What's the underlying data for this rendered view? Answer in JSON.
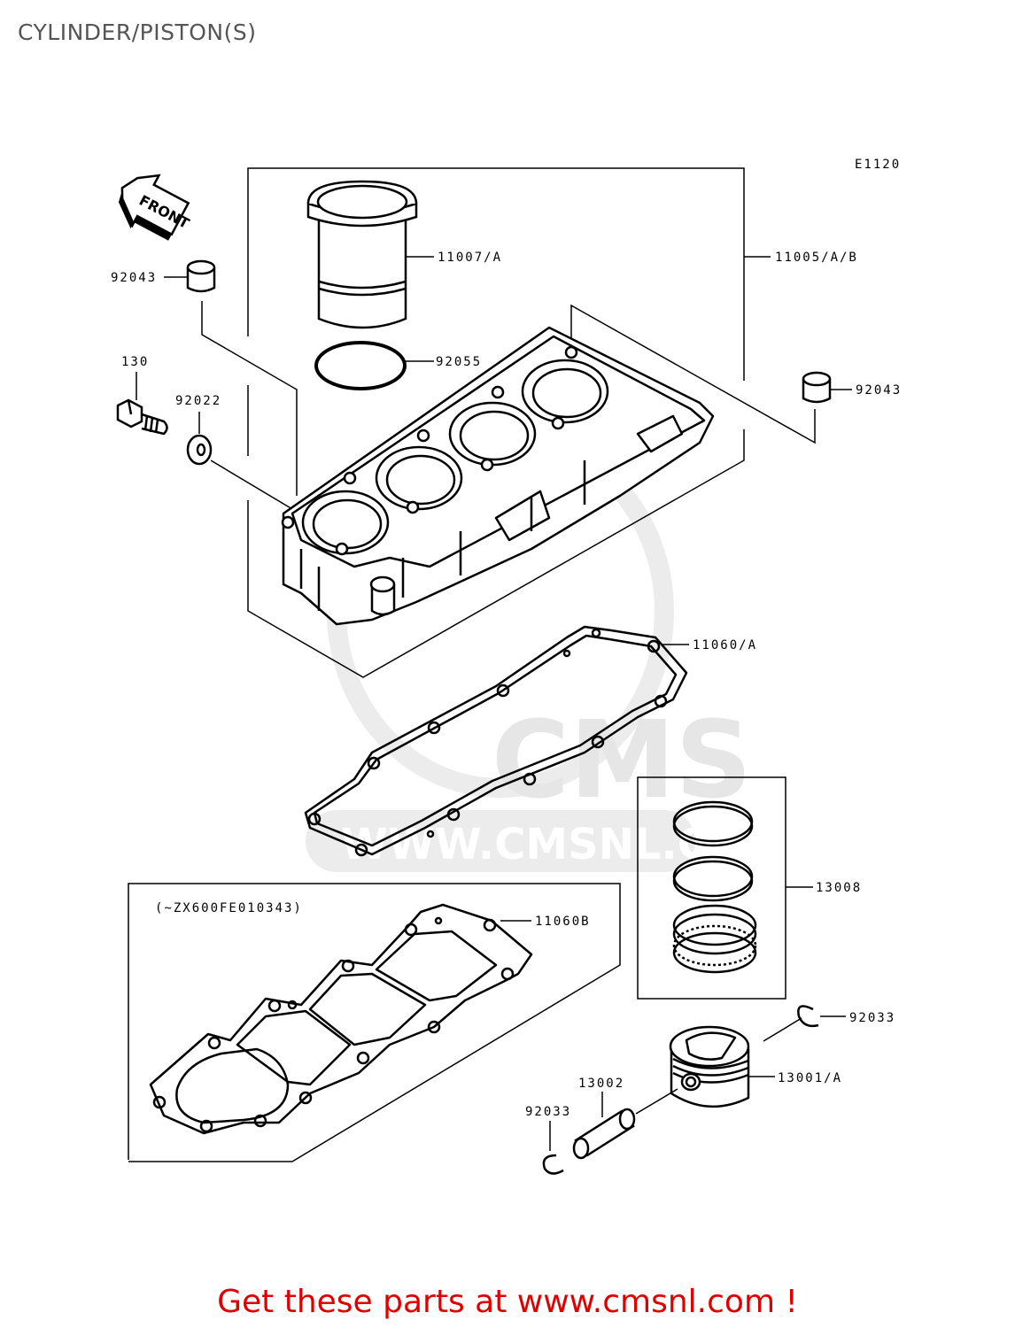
{
  "header": {
    "title": "CYLINDER/PISTON(S)"
  },
  "diagram": {
    "code": "E1120",
    "front_arrow": "FRONT",
    "variant_note": "(~ZX600FE010343)",
    "parts": {
      "p11007": "11007/A",
      "p11005": "11005/A/B",
      "p92043_left": "92043",
      "p92043_right": "92043",
      "p92055": "92055",
      "p130": "130",
      "p92022": "92022",
      "p11060A": "11060/A",
      "p11060B": "11060B",
      "p13008": "13008",
      "p92033_right": "92033",
      "p13001": "13001/A",
      "p13002": "13002",
      "p92033_left": "92033"
    },
    "watermark": {
      "brand": "CMS",
      "url": "WWW.CMSNL.COM"
    }
  },
  "footer": {
    "cta": "Get these parts at www.cmsnl.com !"
  },
  "colors": {
    "title": "#555555",
    "cta": "#e00000",
    "line": "#000000",
    "watermark": "#e6e6e6"
  }
}
